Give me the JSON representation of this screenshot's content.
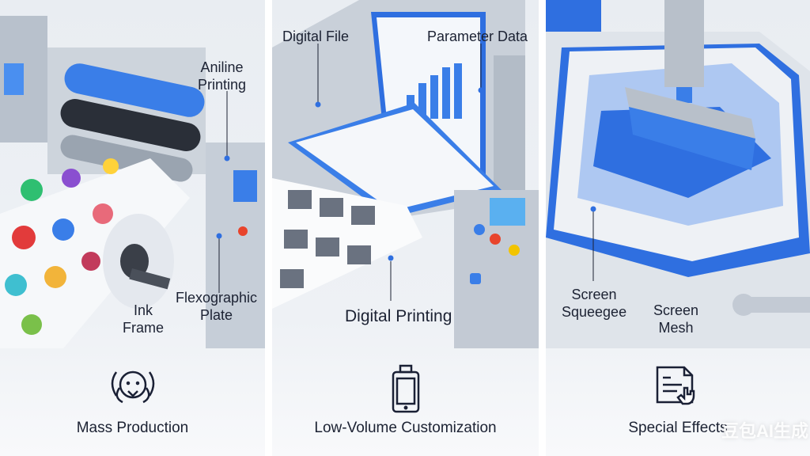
{
  "panels": [
    {
      "title": "Mass Production",
      "icon": "face-badge-icon",
      "labels": {
        "a": "Aniline",
        "b": "Printing",
        "c": "Ink",
        "d": "Frame",
        "e": "Flexographic",
        "f": "Plate"
      }
    },
    {
      "title": "Low-Volume Customization",
      "icon": "smartphone-icon",
      "labels": {
        "a": "Digital File",
        "b": "Parameter Data",
        "c": "Digital Printing"
      }
    },
    {
      "title": "Special Effects",
      "icon": "document-hand-icon",
      "labels": {
        "a": "Screen",
        "b": "Squeegee",
        "c": "Screen",
        "d": "Mesh"
      }
    }
  ],
  "watermark": "豆包AI生成",
  "colors": {
    "accent": "#2f6fe0",
    "dark": "#1c2233"
  }
}
